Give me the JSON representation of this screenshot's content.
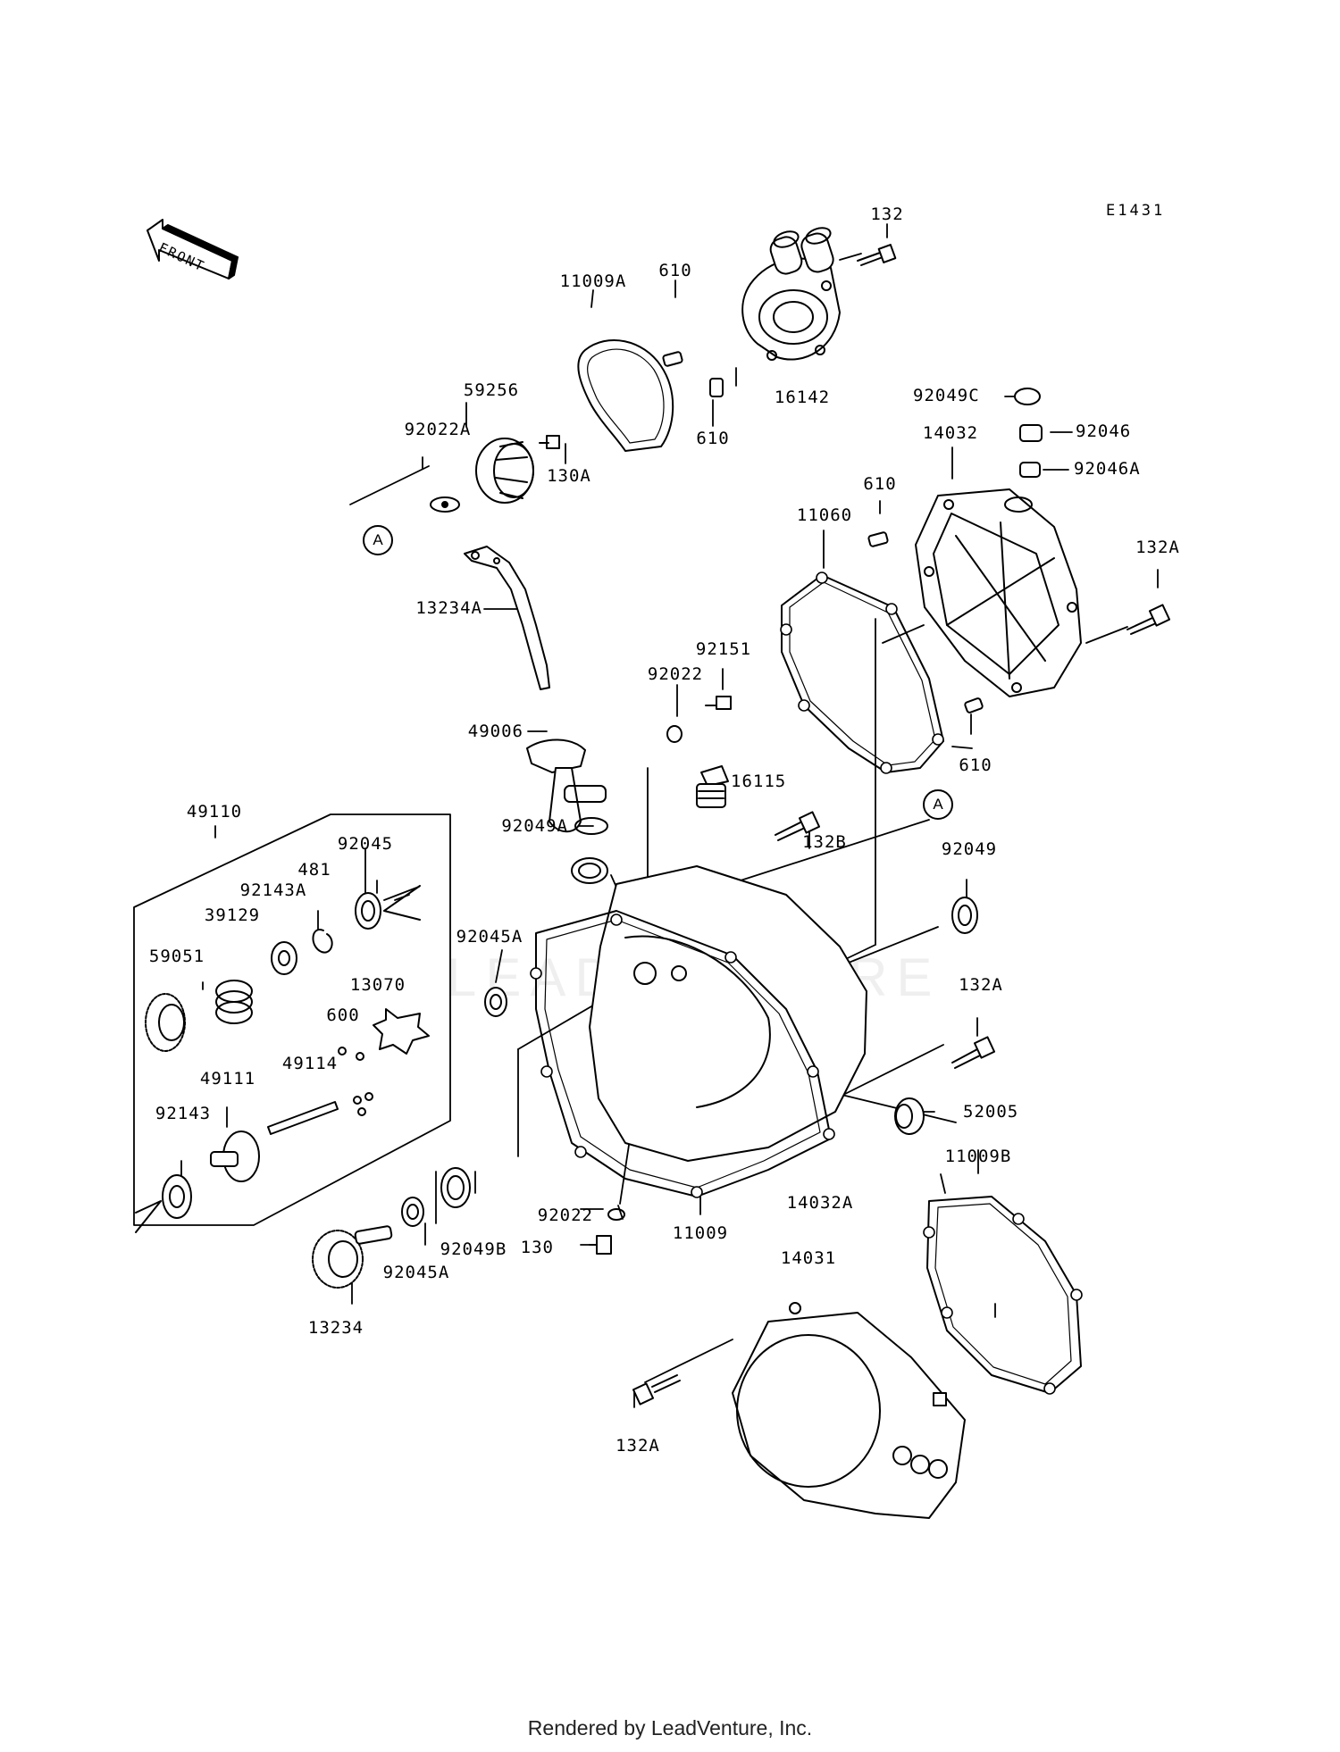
{
  "diagram_code": "E1431",
  "front_label": "FRONT",
  "reference_marker": "A",
  "watermark": "LEADVENTURE",
  "footer": "Rendered by LeadVenture, Inc.",
  "callouts": {
    "c132_top": "132",
    "c610_a": "610",
    "c11009A": "11009A",
    "c16142": "16142",
    "c610_b": "610",
    "c59256": "59256",
    "c92022A": "92022A",
    "c130A": "130A",
    "c92049C": "92049C",
    "c92046": "92046",
    "c14032": "14032",
    "c92046A": "92046A",
    "c610_c": "610",
    "c11060": "11060",
    "c132A_a": "132A",
    "c13234A": "13234A",
    "c92151": "92151",
    "c92022_a": "92022",
    "c49006": "49006",
    "c610_d": "610",
    "c16115": "16115",
    "c49110": "49110",
    "c92049A": "92049A",
    "c132B": "132B",
    "c92045": "92045",
    "c92049": "92049",
    "c481": "481",
    "c92143A": "92143A",
    "c39129": "39129",
    "c92045A_a": "92045A",
    "c59051": "59051",
    "c13070": "13070",
    "c600": "600",
    "c132A_b": "132A",
    "c49114": "49114",
    "c49111": "49111",
    "c52005": "52005",
    "c92143": "92143",
    "c11009B": "11009B",
    "c14032A": "14032A",
    "c92022_b": "92022",
    "c11009": "11009",
    "c130": "130",
    "c92049B": "92049B",
    "c92045A_b": "92045A",
    "c14031": "14031",
    "c13234": "13234",
    "c132A_c": "132A"
  }
}
